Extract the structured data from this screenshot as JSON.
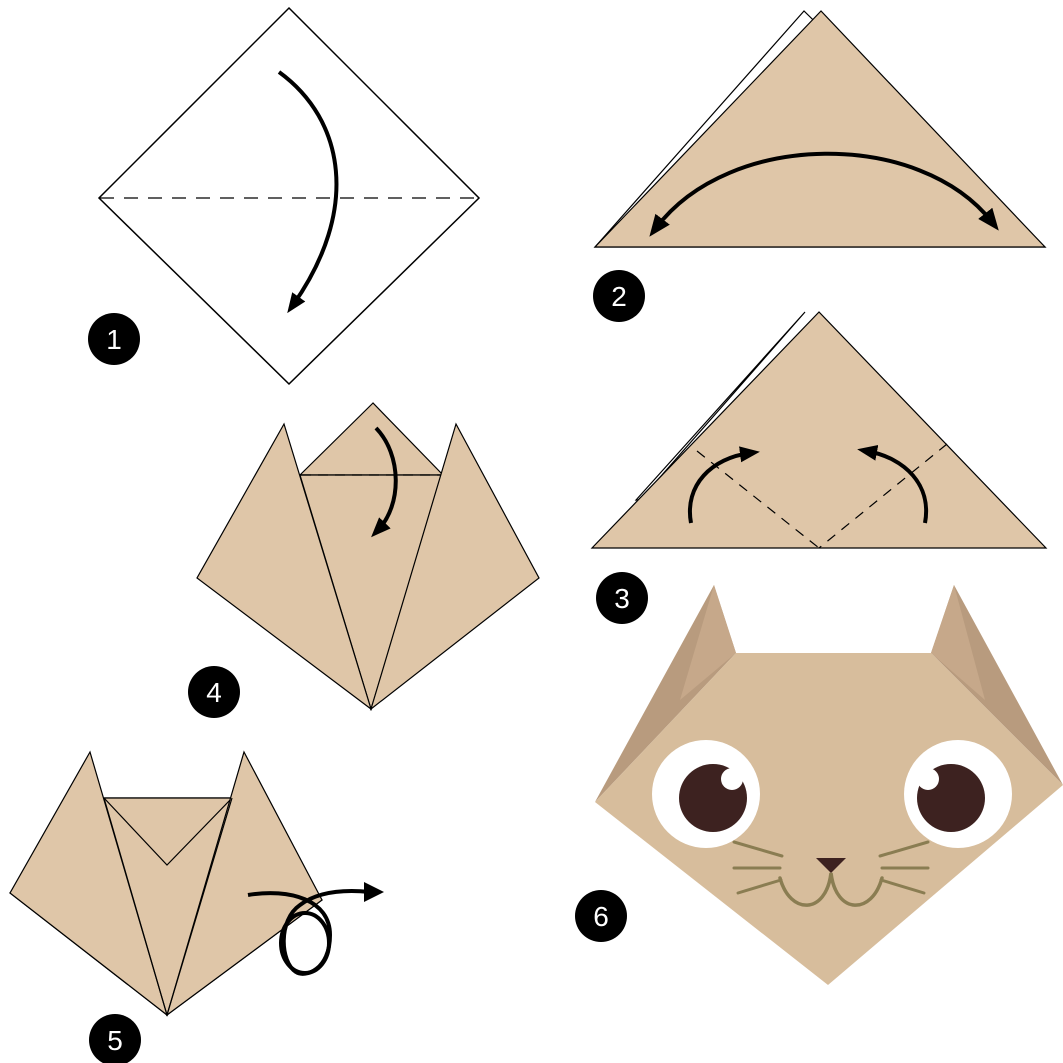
{
  "colors": {
    "paper": "#dfc6a8",
    "paper_dark": "#b89b7e",
    "cat_face": "#d7bd9c",
    "outline": "#000000",
    "eye_white": "#ffffff",
    "pupil": "#3d2220",
    "nose": "#3d2220",
    "whisker": "#8a7d52",
    "badge": "#000000"
  },
  "steps": [
    {
      "number": "1",
      "fold_line": "horizontal-valley",
      "arrow": "fold-down-arrow"
    },
    {
      "number": "2",
      "fold_line": "none",
      "arrow": "double-headed-arrow"
    },
    {
      "number": "3",
      "fold_line": "two-diagonal-valleys",
      "arrow": "fold-up-arrows"
    },
    {
      "number": "4",
      "fold_line": "horizontal-valley",
      "arrow": "fold-down-arrow"
    },
    {
      "number": "5",
      "fold_line": "none",
      "arrow": "turn-over-arrow"
    },
    {
      "number": "6",
      "fold_line": "none",
      "arrow": "none"
    }
  ]
}
